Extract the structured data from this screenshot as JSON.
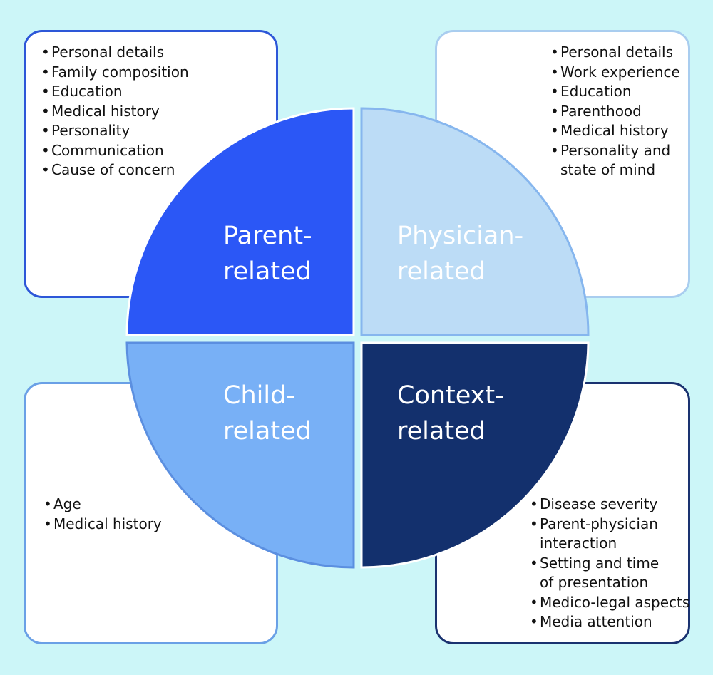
{
  "quadrants": {
    "parent": {
      "label": [
        "Parent-",
        "related"
      ],
      "items": [
        "Personal details",
        "Family composition",
        "Education",
        "Medical history",
        "Personality",
        "Communication",
        "Cause of concern"
      ],
      "color": "#2b57f6"
    },
    "physician": {
      "label": [
        "Physician-",
        "related"
      ],
      "items": [
        "Personal details",
        "Work experience",
        "Education",
        "Parenthood",
        "Medical history",
        "Personality and\nstate of mind"
      ],
      "color": "#bcdcf6"
    },
    "child": {
      "label": [
        "Child-",
        "related"
      ],
      "items": [
        "Age",
        "Medical history"
      ],
      "color": "#78b0f6"
    },
    "context": {
      "label": [
        "Context-",
        "related"
      ],
      "items": [
        "Disease severity",
        "Parent-physician\ninteraction",
        "Setting and time\nof presentation",
        "Medico-legal aspects",
        "Media attention"
      ],
      "color": "#13306d"
    }
  }
}
